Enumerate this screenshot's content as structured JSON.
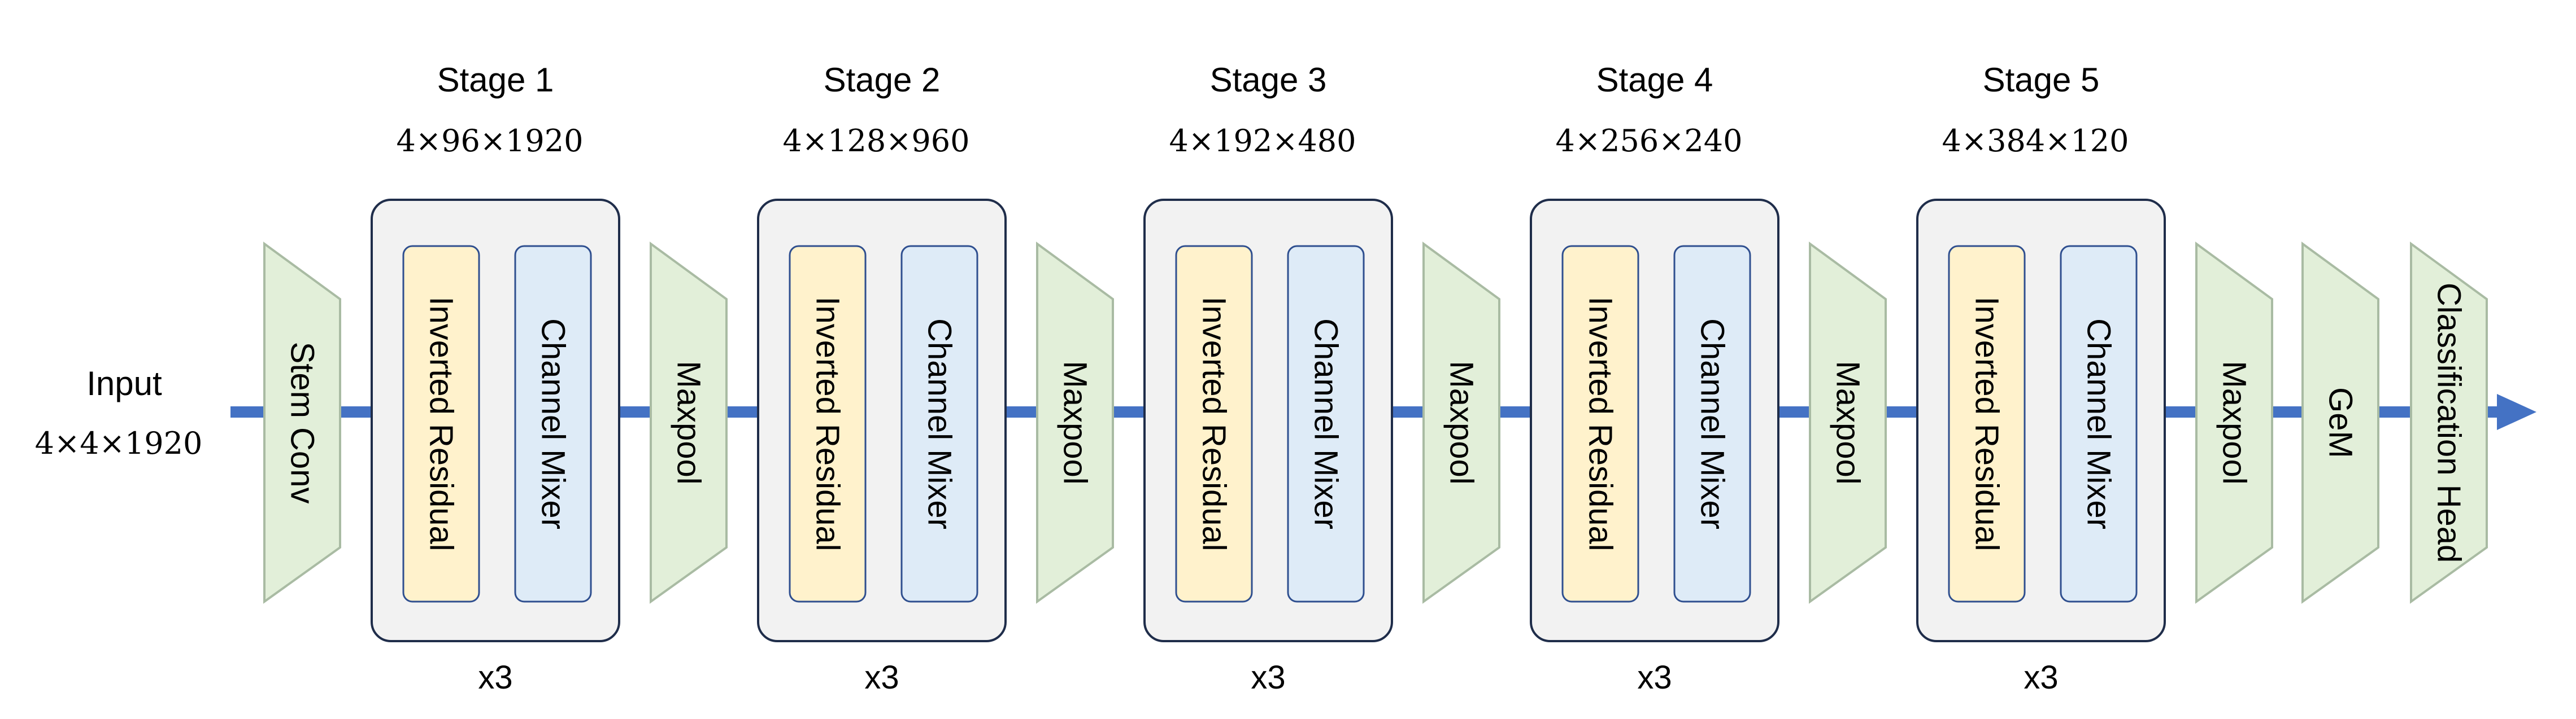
{
  "input": {
    "label": "Input",
    "dims": "4×4×1920"
  },
  "stem": {
    "label": "Stem Conv"
  },
  "stages": [
    {
      "title": "Stage 1",
      "dims": "4×96×1920",
      "repeat": "x3",
      "block_a": "Inverted Residual",
      "block_b": "Channel Mixer",
      "pool": "Maxpool"
    },
    {
      "title": "Stage 2",
      "dims": "4×128×960",
      "repeat": "x3",
      "block_a": "Inverted Residual",
      "block_b": "Channel Mixer",
      "pool": "Maxpool"
    },
    {
      "title": "Stage 3",
      "dims": "4×192×480",
      "repeat": "x3",
      "block_a": "Inverted Residual",
      "block_b": "Channel Mixer",
      "pool": "Maxpool"
    },
    {
      "title": "Stage 4",
      "dims": "4×256×240",
      "repeat": "x3",
      "block_a": "Inverted Residual",
      "block_b": "Channel Mixer",
      "pool": "Maxpool"
    },
    {
      "title": "Stage 5",
      "dims": "4×384×120",
      "repeat": "x3",
      "block_a": "Inverted Residual",
      "block_b": "Channel Mixer",
      "pool": "Maxpool"
    }
  ],
  "gem": {
    "label": "GeM"
  },
  "head": {
    "label": "Classification Head"
  },
  "colors": {
    "arrow": "#4472C4",
    "trapezoid_fill": "#E2EFD9",
    "trapezoid_stroke": "#A9BBA3",
    "stage_fill": "#F2F2F2",
    "stage_stroke": "#1F2D4A",
    "inverted_residual_fill": "#FFF2CC",
    "channel_mixer_fill": "#DEEBF7",
    "inner_stroke": "#2F4F8F"
  }
}
